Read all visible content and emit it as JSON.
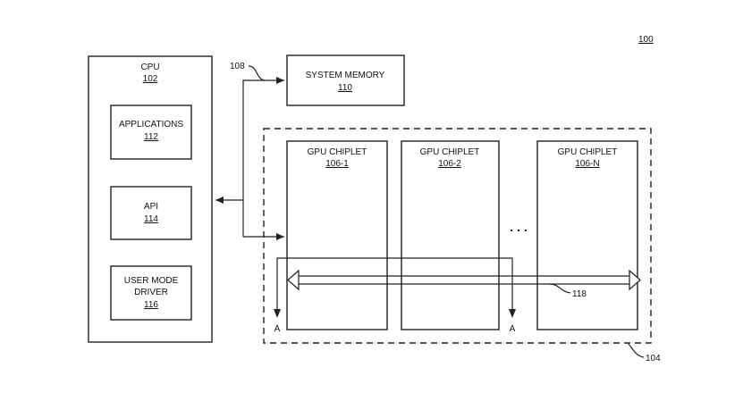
{
  "figure_ref": "100",
  "cpu": {
    "title": "CPU",
    "ref": "102"
  },
  "applications": {
    "title": "APPLICATIONS",
    "ref": "112"
  },
  "api": {
    "title": "API",
    "ref": "114"
  },
  "umd": {
    "title_line1": "USER MODE",
    "title_line2": "DRIVER",
    "ref": "116"
  },
  "bus_ref": "108",
  "system_memory": {
    "title": "SYSTEM MEMORY",
    "ref": "110"
  },
  "gpu_array_ref": "104",
  "chiplets": [
    {
      "title": "GPU CHIPLET",
      "ref": "106-1"
    },
    {
      "title": "GPU CHIPLET",
      "ref": "106-2"
    },
    {
      "title": "GPU CHIPLET",
      "ref": "106-N"
    }
  ],
  "ellipsis": ". . .",
  "crosslink_ref": "118",
  "marker_a_left": "A",
  "marker_a_right": "A"
}
